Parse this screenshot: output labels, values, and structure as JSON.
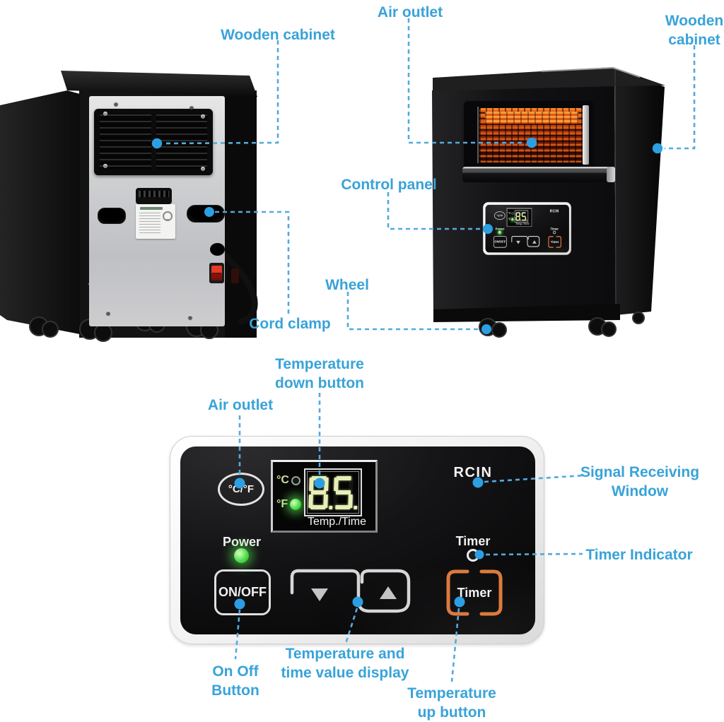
{
  "colors": {
    "ann_text": "#38a3d9",
    "ann_line": "#55a9dc",
    "ann_dot": "#2c9fe3",
    "panel_orange": "#dc7a3e",
    "led_green": "#4ee048",
    "digit_green": "#e7efb6"
  },
  "annotations": {
    "wooden_cabinet_left": {
      "text": "Wooden cabinet"
    },
    "air_outlet_top": {
      "text": "Air outlet"
    },
    "wooden_cabinet_right": {
      "line1": "Wooden",
      "line2": "cabinet"
    },
    "control_panel": {
      "text": "Control panel"
    },
    "wheel": {
      "text": "Wheel"
    },
    "cord_clamp": {
      "text": "Cord clamp"
    },
    "temp_down": {
      "line1": "Temperature",
      "line2": "down button"
    },
    "air_outlet_bottom": {
      "text": "Air outlet"
    },
    "signal_window": {
      "line1": "Signal Receiving",
      "line2": "Window"
    },
    "timer_indicator": {
      "text": "Timer Indicator"
    },
    "on_off": {
      "line1": "On Off",
      "line2": "Button"
    },
    "temp_display": {
      "line1": "Temperature and",
      "line2": "time value display"
    },
    "temp_up": {
      "line1": "Temperature",
      "line2": "up button"
    }
  },
  "panel": {
    "receiver_label": "RCIN",
    "cf_button": "°C/°F",
    "unit_c": "°C",
    "unit_f": "°F",
    "display_value": "85",
    "display_caption": "Temp./Time",
    "power_label": "Power",
    "timer_label": "Timer",
    "onoff_button": "ON/OFF",
    "timer_button": "Timer",
    "down_arrow_icon": "▼",
    "up_arrow_icon": "▲"
  }
}
